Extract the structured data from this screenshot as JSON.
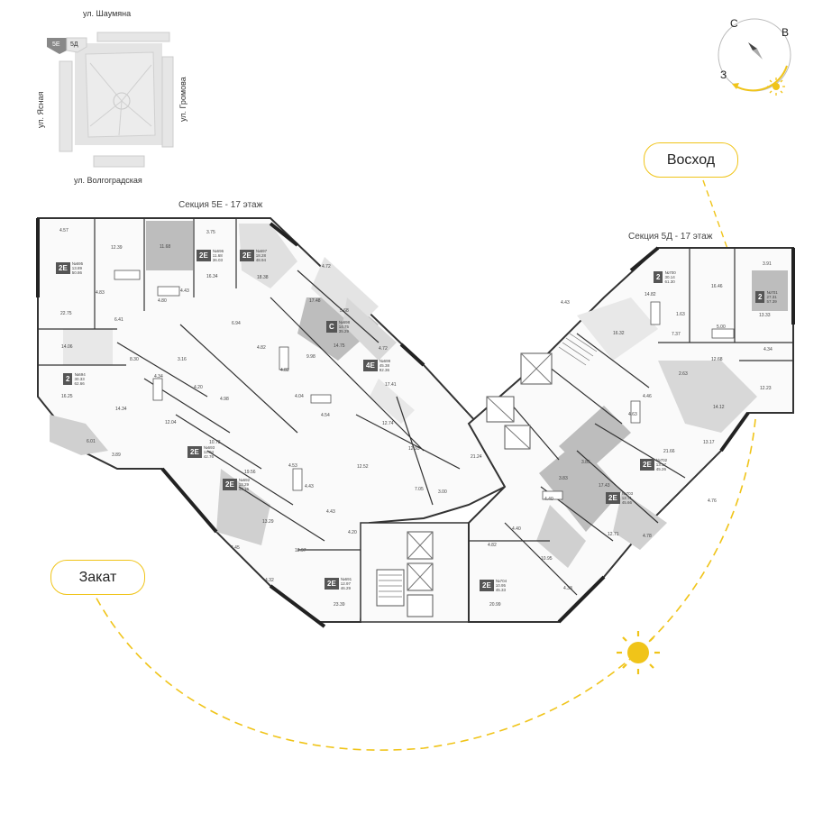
{
  "map": {
    "streets": {
      "north": "ул. Шаумяна",
      "west": "ул. Ясная",
      "east": "ул. Громова",
      "south": "ул. Волгоградская"
    },
    "minimap_sections": [
      "5Е",
      "5Д"
    ],
    "section_5e_title": "Секция 5Е - 17 этаж",
    "section_5d_title": "Секция 5Д - 17 этаж",
    "sunrise_label": "Восход",
    "sunset_label": "Закат",
    "compass": {
      "north": "С",
      "east": "В",
      "west": "З"
    },
    "accent_color": "#f0c419",
    "dark_unit_color": "#555555",
    "apartments": [
      {
        "type": "2Е",
        "no": "№695",
        "a1": "13.89",
        "a2": "50.86"
      },
      {
        "type": "2Е",
        "no": "№696",
        "a1": "11.68",
        "a2": "36.03"
      },
      {
        "type": "2Е",
        "no": "№697",
        "a1": "18.28",
        "a2": "48.94"
      },
      {
        "type": "2",
        "no": "№694",
        "a1": "30.33",
        "a2": "62.66"
      },
      {
        "type": "С",
        "no": "№698",
        "a1": "14.75",
        "a2": "35.29"
      },
      {
        "type": "4Е",
        "no": "№699",
        "a1": "45.38",
        "a2": "92.36"
      },
      {
        "type": "2Е",
        "no": "№693",
        "a1": "12.04",
        "a2": "42.76"
      },
      {
        "type": "2Е",
        "no": "№692",
        "a1": "13.29",
        "a2": "43.16"
      },
      {
        "type": "2Е",
        "no": "№691",
        "a1": "12.97",
        "a2": "46.29"
      },
      {
        "type": "2",
        "no": "№700",
        "a1": "30.14",
        "a2": "61.30"
      },
      {
        "type": "2",
        "no": "№701",
        "a1": "27.31",
        "a2": "57.39"
      },
      {
        "type": "2Е",
        "no": "№702",
        "a1": "13.17",
        "a2": "45.26"
      },
      {
        "type": "2Е",
        "no": "№703",
        "a1": "12.71",
        "a2": "45.66"
      },
      {
        "type": "2Е",
        "no": "№704",
        "a1": "10.95",
        "a2": "45.33"
      }
    ],
    "room_areas": [
      "4.57",
      "12.39",
      "11.68",
      "3.75",
      "18.38",
      "4.72",
      "22.75",
      "4.83",
      "4.80",
      "4.43",
      "16.34",
      "6.41",
      "17.48",
      "5.68",
      "14.06",
      "8.30",
      "6.94",
      "4.82",
      "14.75",
      "4.72",
      "4.34",
      "3.16",
      "4.82",
      "9.98",
      "16.25",
      "4.20",
      "4.98",
      "4.04",
      "17.41",
      "14.34",
      "12.04",
      "10.73",
      "4.54",
      "12.74",
      "6.01",
      "3.89",
      "19.56",
      "4.53",
      "12.93",
      "12.52",
      "4.43",
      "7.05",
      "3.00",
      "21.24",
      "4.43",
      "13.29",
      "4.20",
      "4.45",
      "12.97",
      "4.32",
      "23.39",
      "4.43",
      "14.82",
      "16.46",
      "3.91",
      "13.33",
      "1.63",
      "5.00",
      "7.37",
      "16.32",
      "12.68",
      "4.34",
      "2.63",
      "12.23",
      "4.46",
      "14.12",
      "4.63",
      "21.66",
      "13.17",
      "3.85",
      "3.83",
      "17.43",
      "4.76",
      "4.40",
      "12.71",
      "4.40",
      "4.78",
      "4.82",
      "10.95",
      "4.33",
      "20.99"
    ]
  }
}
